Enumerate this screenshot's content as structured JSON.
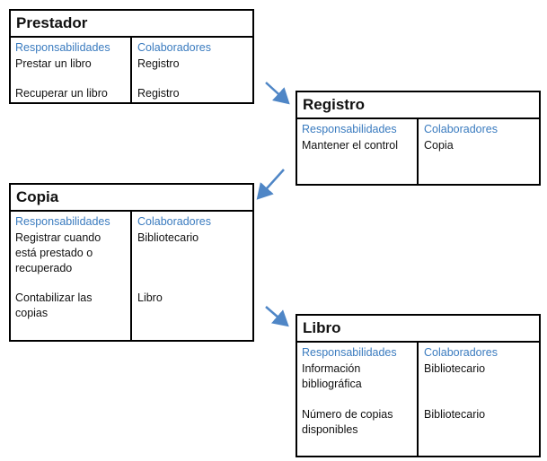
{
  "cards": {
    "prestador": {
      "title": "Prestador",
      "responsibilities_header": "Responsabilidades",
      "collaborators_header": "Colaboradores",
      "rows": [
        {
          "responsibility": "Prestar un libro",
          "collaborator": "Registro"
        },
        {
          "responsibility": "Recuperar un libro",
          "collaborator": "Registro"
        }
      ]
    },
    "registro": {
      "title": "Registro",
      "responsibilities_header": "Responsabilidades",
      "collaborators_header": "Colaboradores",
      "rows": [
        {
          "responsibility": "Mantener el control",
          "collaborator": "Copia"
        }
      ]
    },
    "copia": {
      "title": "Copia",
      "responsibilities_header": "Responsabilidades",
      "collaborators_header": "Colaboradores",
      "rows": [
        {
          "responsibility": "Registrar cuando está prestado o recuperado",
          "collaborator": "Bibliotecario"
        },
        {
          "responsibility": "Contabilizar las copias",
          "collaborator": "Libro"
        }
      ]
    },
    "libro": {
      "title": "Libro",
      "responsibilities_header": "Responsabilidades",
      "collaborators_header": "Colaboradores",
      "rows": [
        {
          "responsibility": "Información bibliográfica",
          "collaborator": "Bibliotecario"
        },
        {
          "responsibility": "Número de copias disponibles",
          "collaborator": "Bibliotecario"
        }
      ]
    }
  },
  "colors": {
    "header_text": "#3a7bbf",
    "arrow": "#4f86c6",
    "border": "#000000"
  }
}
